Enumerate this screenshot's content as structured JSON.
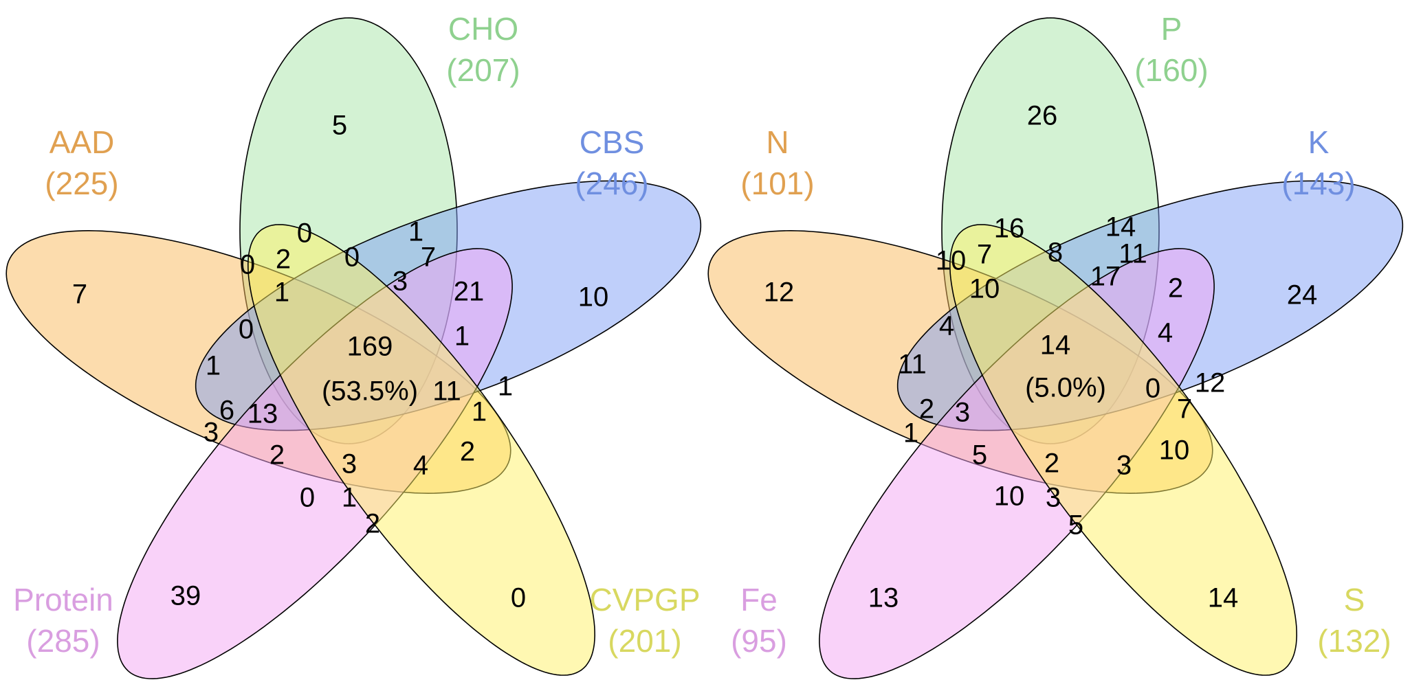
{
  "diagrams": [
    {
      "sets": [
        {
          "name": "CHO",
          "count": "(207)",
          "color": "#8fd18f",
          "fill": "#a8e6a8"
        },
        {
          "name": "AAD",
          "count": "(225)",
          "color": "#e0a050",
          "fill": "#f9b95c"
        },
        {
          "name": "CBS",
          "count": "(246)",
          "color": "#6f8fe0",
          "fill": "#7f9ff5"
        },
        {
          "name": "Protein",
          "count": "(285)",
          "color": "#d99ee0",
          "fill": "#f4a6f4"
        },
        {
          "name": "CVPGP",
          "count": "(201)",
          "color": "#d8d860",
          "fill": "#fff266"
        }
      ],
      "center_value": "169",
      "center_percent": "(53.5%)",
      "regions": [
        "5",
        "7",
        "10",
        "39",
        "0",
        "0",
        "2",
        "0",
        "1",
        "7",
        "0",
        "1",
        "3",
        "21",
        "0",
        "1",
        "11",
        "1",
        "1",
        "6",
        "13",
        "1",
        "3",
        "2",
        "3",
        "4",
        "2",
        "0",
        "1",
        "2"
      ]
    },
    {
      "sets": [
        {
          "name": "P",
          "count": "(160)",
          "color": "#8fd18f",
          "fill": "#a8e6a8"
        },
        {
          "name": "N",
          "count": "(101)",
          "color": "#e0a050",
          "fill": "#f9b95c"
        },
        {
          "name": "K",
          "count": "(143)",
          "color": "#6f8fe0",
          "fill": "#7f9ff5"
        },
        {
          "name": "Fe",
          "count": "(95)",
          "color": "#d99ee0",
          "fill": "#f4a6f4"
        },
        {
          "name": "S",
          "count": "(132)",
          "color": "#d8d860",
          "fill": "#fff266"
        }
      ],
      "center_value": "14",
      "center_percent": "(5.0%)",
      "regions": [
        "26",
        "12",
        "24",
        "13",
        "14",
        "16",
        "7",
        "8",
        "14",
        "11",
        "10",
        "10",
        "17",
        "2",
        "4",
        "4",
        "0",
        "11",
        "12",
        "2",
        "3",
        "1",
        "7",
        "5",
        "2",
        "3",
        "10",
        "10",
        "3",
        "5"
      ]
    }
  ]
}
